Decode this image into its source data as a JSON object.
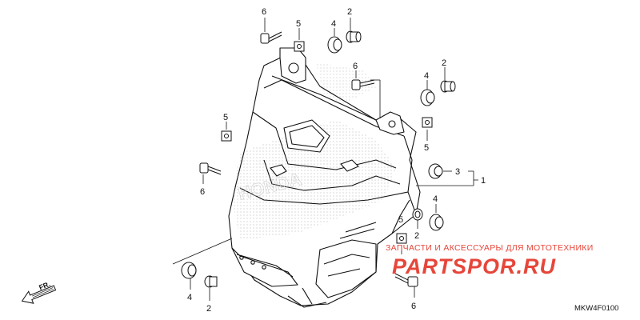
{
  "callouts": {
    "c6_top": "6",
    "c5_top": "5",
    "c4_top": "4",
    "c2_top": "2",
    "c6_mid": "6",
    "c4_right": "4",
    "c2_right": "2",
    "c5_left": "5",
    "c5_right": "5",
    "c3": "3",
    "c1": "1",
    "c6_left": "6",
    "c4_lowright": "4",
    "c2_lowright": "2",
    "c5_lowright": "5",
    "c4_bottom": "4",
    "c2_bottom": "2",
    "c6_bottom": "6"
  },
  "direction_label": "FR.",
  "watermark": {
    "tagline": "ЗАПЧАСТИ И АКСЕССУАРЫ ДЛЯ МОТОТЕХНИКИ",
    "logo": "PARTSPOR.RU"
  },
  "diagram_code": "MKW4F0100",
  "colors": {
    "line": "#111111",
    "watermark": "#e6463a"
  }
}
